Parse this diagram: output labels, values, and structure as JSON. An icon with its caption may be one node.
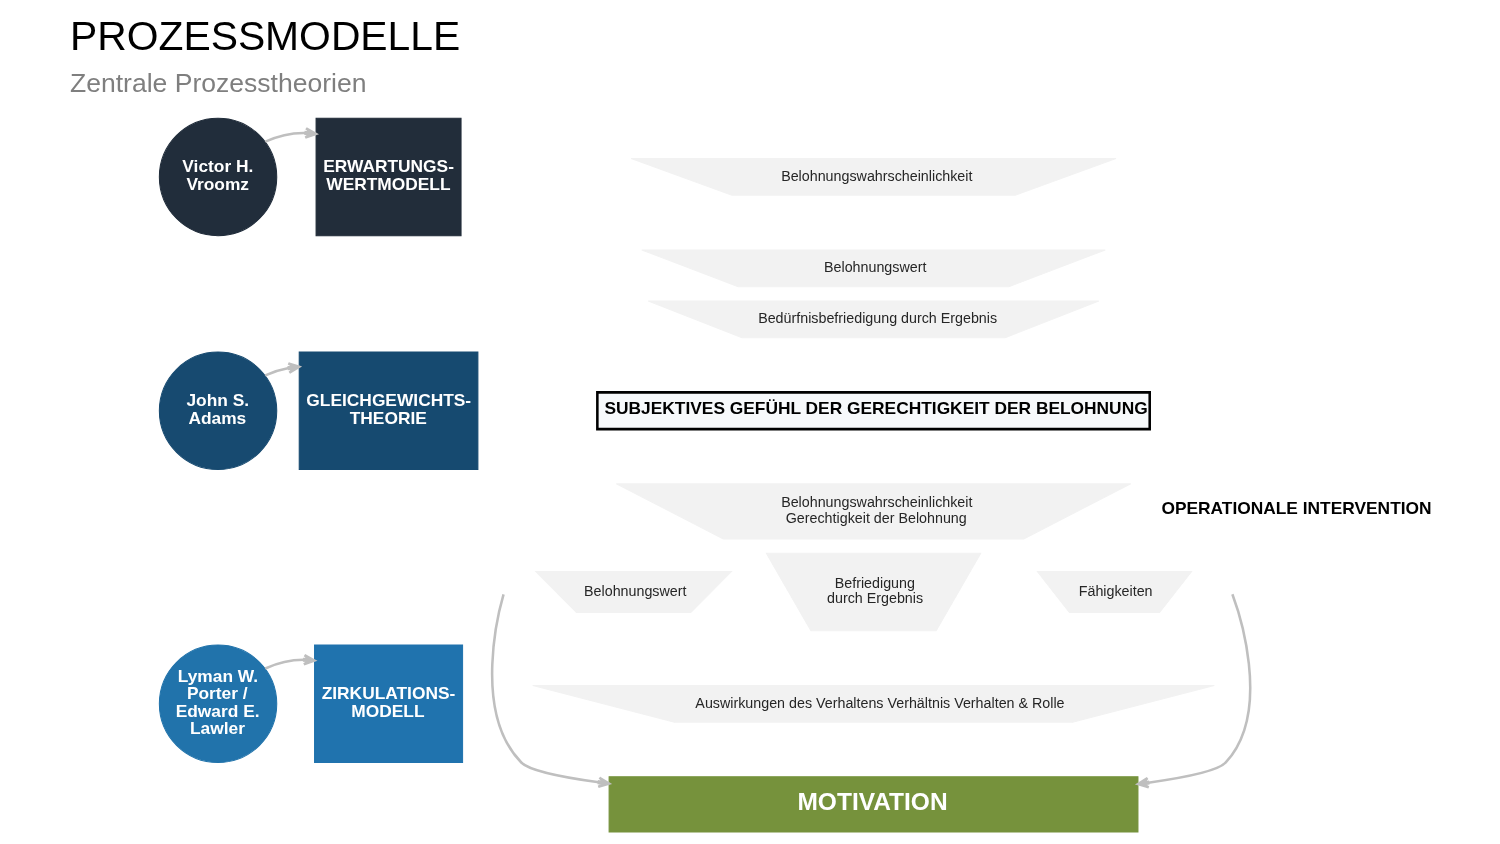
{
  "diagram": {
    "title": "PROZESSMODELLE",
    "nodes": [
      {
        "text": [
          "Victor H. Vroomz"
        ]
      },
      {
        "text": [
          "ERWARTUNGS- WERTMODELL"
        ]
      },
      {
        "text": [
          "John S. Adams"
        ]
      },
      {
        "text": [
          "GLEICHGEWICHTS- THEORIE"
        ]
      },
      {
        "text": [
          "Lyman W. Porter / Edward E. Lawler"
        ]
      },
      {
        "text": [
          "ZIRKULATIONS- MODELL"
        ]
      },
      {
        "text": [
          "Belohnungswahrscheinlichkeit"
        ]
      },
      {
        "text": [
          "Belohnungswert"
        ]
      },
      {
        "text": [
          "Bedürfnisbefriedigung durch Ergebnis"
        ]
      },
      {
        "text": [
          "SUBJEKTIVES GEFÜHL DER GERECHTIGKEIT DER BELOHNUNG"
        ]
      },
      {
        "text": [
          "Belohnungswahrscheinlichkeit",
          "Gerechtigkeit der Belohnung"
        ]
      },
      {
        "text": [
          "Belohnungswert"
        ]
      },
      {
        "text": [
          "Befriedigung durch Ergebnis"
        ]
      },
      {
        "text": [
          "Fähigkeiten"
        ]
      },
      {
        "text": [
          "Auswirkungen des Verhaltens Verhältnis Verhalten & Rolle"
        ]
      },
      {
        "text": [
          "MOTIVATION"
        ]
      }
    ],
    "edges": [
      {
        "from": 0,
        "to": 1,
        "arrow": "to"
      },
      {
        "from": 2,
        "to": 3,
        "arrow": "to"
      },
      {
        "from": 4,
        "to": 5,
        "arrow": "to"
      },
      {
        "from": null,
        "to": 15,
        "arrow": "to"
      },
      {
        "from": null,
        "to": 15,
        "arrow": "to"
      }
    ],
    "labels": [
      "Zentrale Prozesstheorien",
      "OPERATIONALE INTERVENTION"
    ]
  }
}
